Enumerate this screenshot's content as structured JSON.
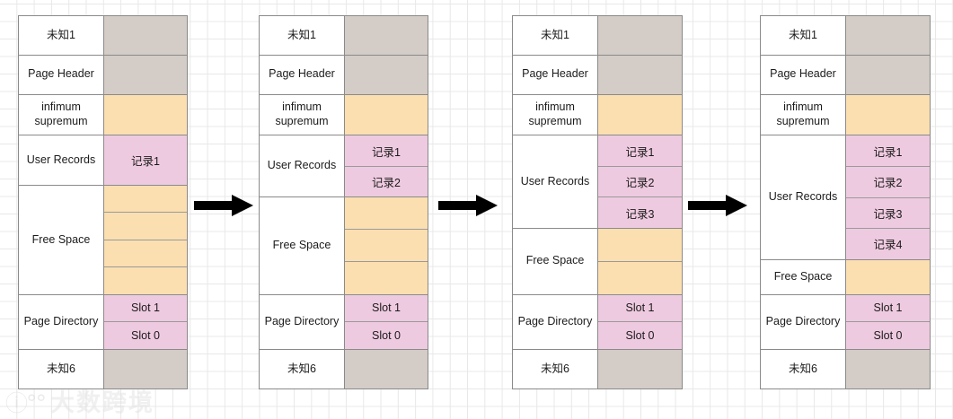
{
  "diagram": {
    "title": "InnoDB page layout record insertion sequence",
    "colors": {
      "gray": "#d3ccc7",
      "orange": "#fbdfb0",
      "pink": "#eecae0",
      "white": "#ffffff",
      "border": "#8a8a8a",
      "grid": "#e8e8e8",
      "arrow": "#000000"
    },
    "arrows": [
      {
        "name": "arrow-stage-1-to-2",
        "glyph": "right-arrow-icon"
      },
      {
        "name": "arrow-stage-2-to-3",
        "glyph": "right-arrow-icon"
      },
      {
        "name": "arrow-stage-3-to-4",
        "glyph": "right-arrow-icon"
      }
    ],
    "panels": [
      {
        "id": "panel-1",
        "rows": [
          {
            "label": "未知1",
            "fill": "gray",
            "cells": [
              ""
            ]
          },
          {
            "label": "Page Header",
            "fill": "gray",
            "cells": [
              ""
            ]
          },
          {
            "label": "infimum\nsupremum",
            "fill": "orange",
            "cells": [
              ""
            ]
          },
          {
            "label": "User Records",
            "fill": "pink",
            "cells": [
              "记录1"
            ]
          },
          {
            "label": "Free Space",
            "fill": "orange",
            "cells": [
              "",
              "",
              "",
              ""
            ]
          },
          {
            "label": "Page Directory",
            "fill": "pink",
            "cells": [
              "Slot 1",
              "Slot 0"
            ]
          },
          {
            "label": "未知6",
            "fill": "gray",
            "cells": [
              ""
            ]
          }
        ]
      },
      {
        "id": "panel-2",
        "rows": [
          {
            "label": "未知1",
            "fill": "gray",
            "cells": [
              ""
            ]
          },
          {
            "label": "Page Header",
            "fill": "gray",
            "cells": [
              ""
            ]
          },
          {
            "label": "infimum\nsupremum",
            "fill": "orange",
            "cells": [
              ""
            ]
          },
          {
            "label": "User Records",
            "fill": "pink",
            "cells": [
              "记录1",
              "记录2"
            ]
          },
          {
            "label": "Free Space",
            "fill": "orange",
            "cells": [
              "",
              "",
              ""
            ]
          },
          {
            "label": "Page Directory",
            "fill": "pink",
            "cells": [
              "Slot 1",
              "Slot 0"
            ]
          },
          {
            "label": "未知6",
            "fill": "gray",
            "cells": [
              ""
            ]
          }
        ]
      },
      {
        "id": "panel-3",
        "rows": [
          {
            "label": "未知1",
            "fill": "gray",
            "cells": [
              ""
            ]
          },
          {
            "label": "Page Header",
            "fill": "gray",
            "cells": [
              ""
            ]
          },
          {
            "label": "infimum\nsupremum",
            "fill": "orange",
            "cells": [
              ""
            ]
          },
          {
            "label": "User Records",
            "fill": "pink",
            "cells": [
              "记录1",
              "记录2",
              "记录3"
            ]
          },
          {
            "label": "Free Space",
            "fill": "orange",
            "cells": [
              "",
              ""
            ]
          },
          {
            "label": "Page Directory",
            "fill": "pink",
            "cells": [
              "Slot 1",
              "Slot 0"
            ]
          },
          {
            "label": "未知6",
            "fill": "gray",
            "cells": [
              ""
            ]
          }
        ]
      },
      {
        "id": "panel-4",
        "rows": [
          {
            "label": "未知1",
            "fill": "gray",
            "cells": [
              ""
            ]
          },
          {
            "label": "Page Header",
            "fill": "gray",
            "cells": [
              ""
            ]
          },
          {
            "label": "infimum\nsupremum",
            "fill": "orange",
            "cells": [
              ""
            ]
          },
          {
            "label": "User Records",
            "fill": "pink",
            "cells": [
              "记录1",
              "记录2",
              "记录3",
              "记录4"
            ]
          },
          {
            "label": "Free Space",
            "fill": "orange",
            "cells": [
              ""
            ]
          },
          {
            "label": "Page Directory",
            "fill": "pink",
            "cells": [
              "Slot 1",
              "Slot 0"
            ]
          },
          {
            "label": "未知6",
            "fill": "gray",
            "cells": [
              ""
            ]
          }
        ]
      }
    ]
  },
  "watermark": {
    "mark": "ⓘ°°",
    "text": "大数跨境"
  }
}
